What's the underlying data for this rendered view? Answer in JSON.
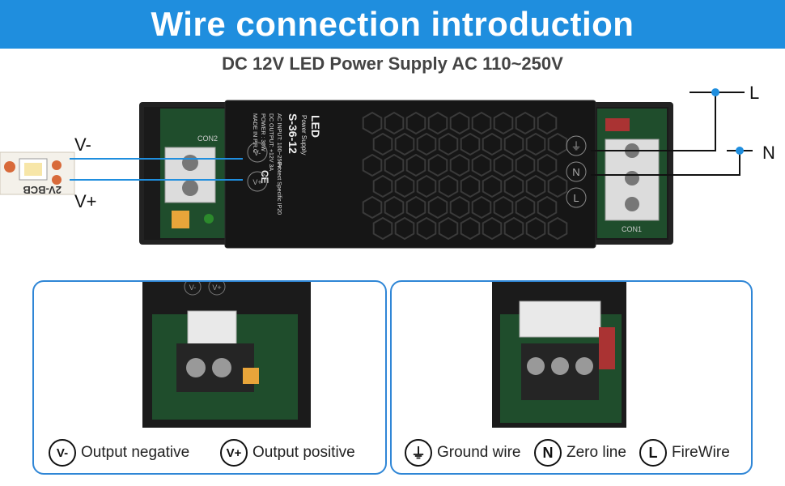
{
  "header": {
    "title": "Wire connection introduction"
  },
  "subtitle": "DC 12V LED Power Supply AC 110~250V",
  "wires": {
    "v_minus": "V-",
    "v_plus": "V+",
    "line": "L",
    "neutral": "N"
  },
  "device": {
    "brand": "LED",
    "brand_sub": "Power Supply",
    "model": "S-36-12",
    "specs": [
      "AC INPUT: 100~250V",
      "DC OUTPUT: +12V 3A",
      "POWER : 36W",
      "MADE IN P.R.C"
    ],
    "protect": "Protect Specific IP20",
    "ce": "CE",
    "con1": "CON1",
    "con2": "CON2",
    "strip_label": "2V-BCB"
  },
  "terminals": {
    "v_minus": "V-",
    "v_plus": "V+",
    "ground": "⏚",
    "neutral": "N",
    "line": "L"
  },
  "legend_left": [
    {
      "symbol": "V-",
      "text": "Output negative"
    },
    {
      "symbol": "V+",
      "text": "Output positive"
    }
  ],
  "legend_right": [
    {
      "symbol": "⏚",
      "text": "Ground wire"
    },
    {
      "symbol": "N",
      "text": "Zero line"
    },
    {
      "symbol": "L",
      "text": "FireWire"
    }
  ],
  "colors": {
    "banner": "#1f8ede",
    "wire_blue": "#1f8ede",
    "panel_border": "#2f86d6",
    "case": "#1b1b1b",
    "pcb": "#1f4d2c"
  }
}
